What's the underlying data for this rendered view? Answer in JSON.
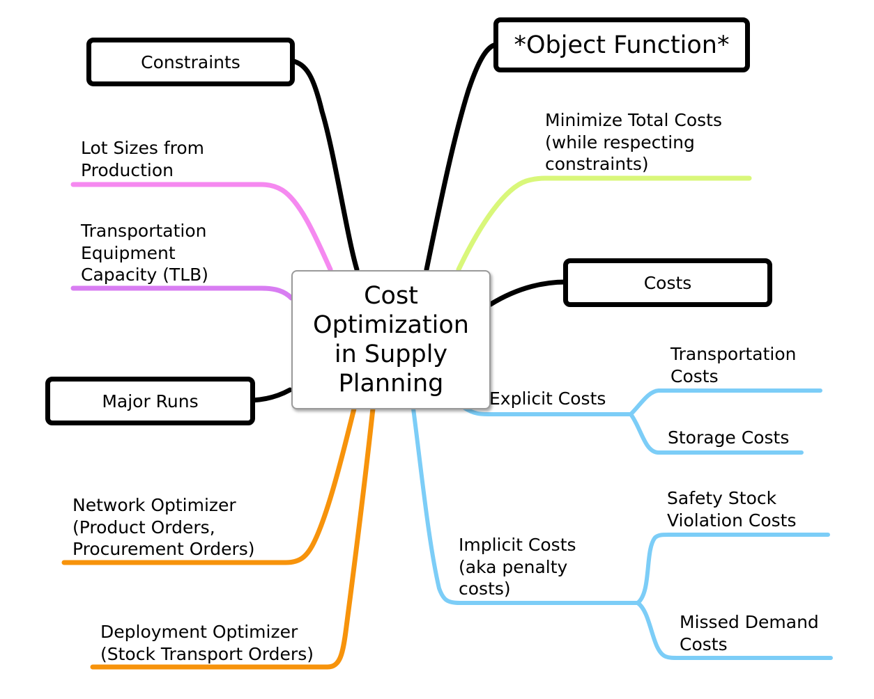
{
  "center_topic": "Cost\nOptimization\nin Supply\nPlanning",
  "boxes": {
    "constraints": "Constraints",
    "object_function": "*Object Function*",
    "costs": "Costs",
    "major_runs": "Major Runs"
  },
  "labels": {
    "lot_sizes": "Lot Sizes from\nProduction",
    "transport_equipment": "Transportation\nEquipment\nCapacity (TLB)",
    "minimize_total": "Minimize Total Costs\n(while respecting\nconstraints)",
    "explicit_costs": "Explicit Costs",
    "transportation_costs": "Transportation\nCosts",
    "storage_costs": "Storage Costs",
    "implicit_costs": "Implicit Costs\n(aka penalty\ncosts)",
    "safety_stock": "Safety Stock\nViolation Costs",
    "missed_demand": "Missed Demand\nCosts",
    "network_optimizer": "Network Optimizer\n(Product Orders,\nProcurement Orders)",
    "deployment_optimizer": "Deployment Optimizer\n(Stock Transport Orders)"
  },
  "branch_colors": {
    "black": "#000000",
    "pink": "#f589f0",
    "violet": "#d87df2",
    "lime": "#d9f77a",
    "sky": "#7ccdf7",
    "orange": "#f7930b"
  }
}
